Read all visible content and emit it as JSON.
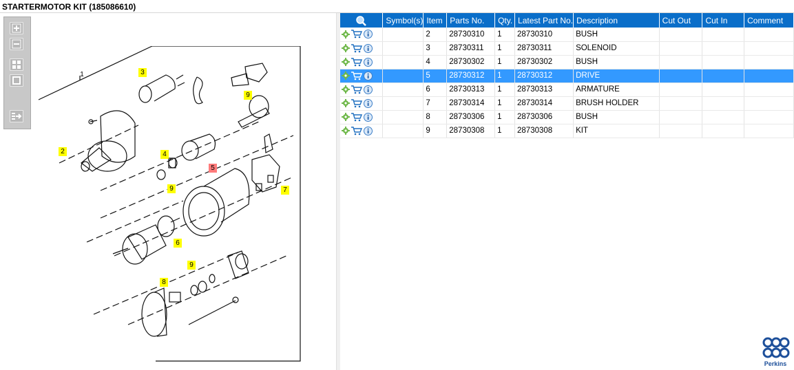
{
  "window": {
    "title": "STARTERMOTOR KIT (185086610)"
  },
  "toolbar": {
    "zoom_in": "zoom-in",
    "zoom_out": "zoom-out",
    "fit": "fit-page",
    "actual": "actual-size",
    "export": "export"
  },
  "diagram": {
    "assembly_label": "1",
    "callouts": [
      {
        "label": "3",
        "style": "yellow"
      },
      {
        "label": "9",
        "style": "yellow"
      },
      {
        "label": "2",
        "style": "yellow"
      },
      {
        "label": "4",
        "style": "yellow"
      },
      {
        "label": "5",
        "style": "red"
      },
      {
        "label": "9",
        "style": "yellow"
      },
      {
        "label": "7",
        "style": "yellow"
      },
      {
        "label": "6",
        "style": "yellow"
      },
      {
        "label": "9",
        "style": "yellow"
      },
      {
        "label": "8",
        "style": "yellow"
      }
    ]
  },
  "table": {
    "columns": [
      "",
      "Symbol(s)",
      "Item",
      "Parts No.",
      "Qty.",
      "Latest Part No.",
      "Description",
      "Cut Out",
      "Cut In",
      "Comment"
    ],
    "rows": [
      {
        "item": "2",
        "parts_no": "28730310",
        "qty": "1",
        "latest": "28730310",
        "desc": "BUSH",
        "selected": false
      },
      {
        "item": "3",
        "parts_no": "28730311",
        "qty": "1",
        "latest": "28730311",
        "desc": "SOLENOID",
        "selected": false
      },
      {
        "item": "4",
        "parts_no": "28730302",
        "qty": "1",
        "latest": "28730302",
        "desc": "BUSH",
        "selected": false
      },
      {
        "item": "5",
        "parts_no": "28730312",
        "qty": "1",
        "latest": "28730312",
        "desc": "DRIVE",
        "selected": true
      },
      {
        "item": "6",
        "parts_no": "28730313",
        "qty": "1",
        "latest": "28730313",
        "desc": "ARMATURE",
        "selected": false
      },
      {
        "item": "7",
        "parts_no": "28730314",
        "qty": "1",
        "latest": "28730314",
        "desc": "BRUSH HOLDER",
        "selected": false
      },
      {
        "item": "8",
        "parts_no": "28730306",
        "qty": "1",
        "latest": "28730306",
        "desc": "BUSH",
        "selected": false
      },
      {
        "item": "9",
        "parts_no": "28730308",
        "qty": "1",
        "latest": "28730308",
        "desc": "KIT",
        "selected": false
      }
    ]
  },
  "colors": {
    "header_bg": "#0a6ec9",
    "selected_bg": "#3399ff",
    "callout": "#ffff00",
    "callout_selected": "#ff7b7b",
    "brand": "#1d4f9a"
  },
  "icons": {
    "settings": "gear-icon",
    "cart": "cart-icon",
    "info": "info-icon",
    "search": "magnifier-icon"
  },
  "brand": {
    "name": "Perkins"
  }
}
